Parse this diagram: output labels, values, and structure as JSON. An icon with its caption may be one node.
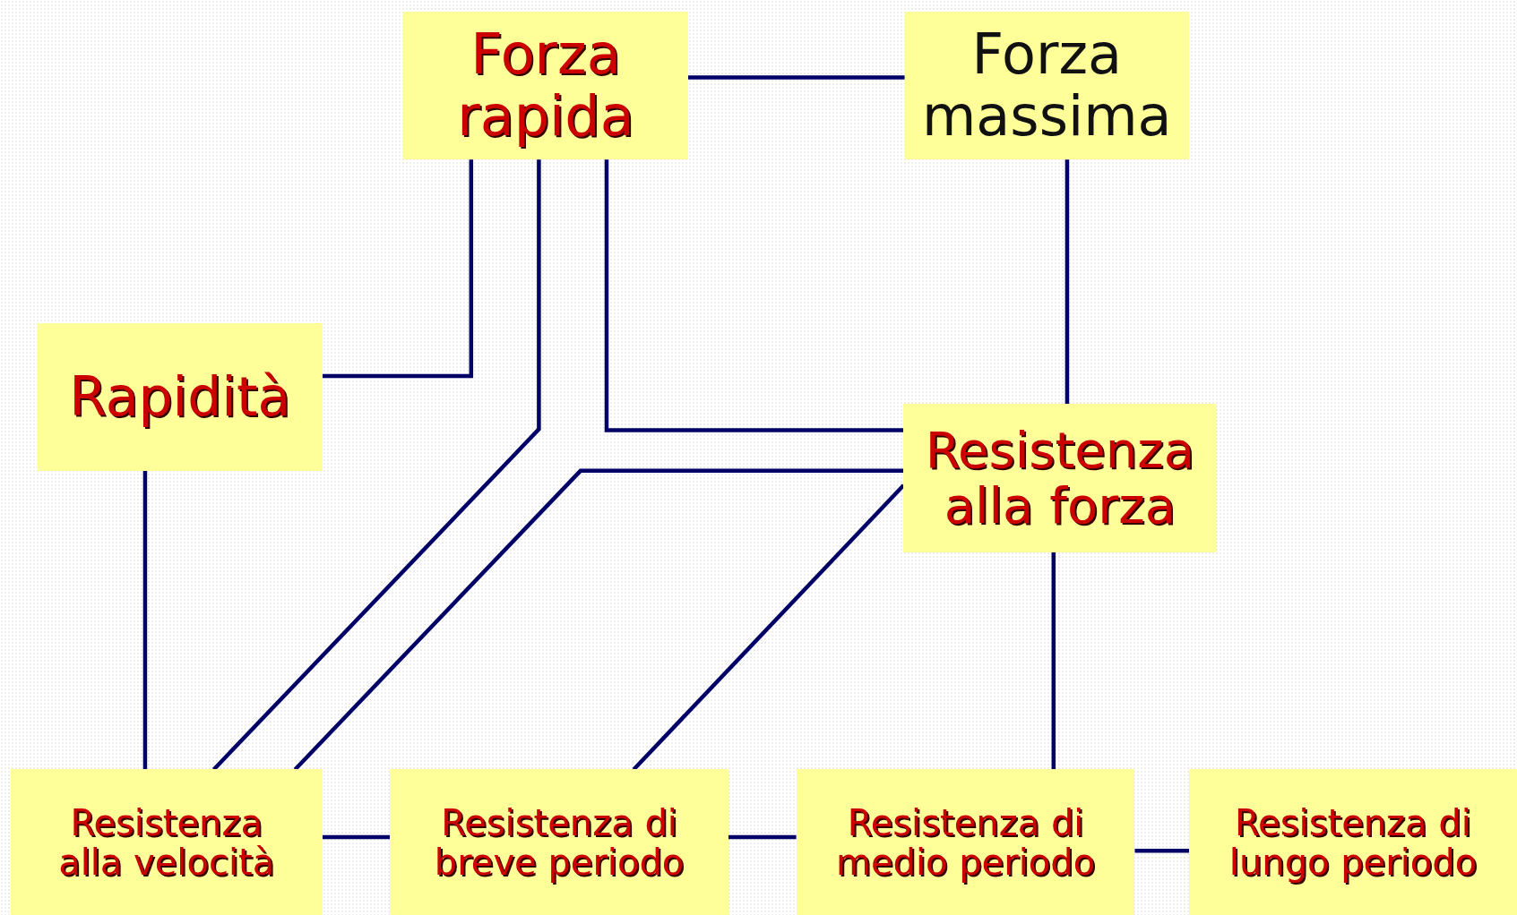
{
  "diagram": {
    "nodes": [
      {
        "text": [
          "Forza rapida"
        ]
      },
      {
        "text": [
          "Forza massima"
        ]
      },
      {
        "text": [
          "Rapidità"
        ]
      },
      {
        "text": [
          "Resistenza alla forza"
        ]
      },
      {
        "text": [
          "Resistenza alla velocità"
        ]
      },
      {
        "text": [
          "Resistenza di breve periodo"
        ]
      },
      {
        "text": [
          "Resistenza di medio periodo"
        ]
      },
      {
        "text": [
          "Resistenza di lungo periodo"
        ]
      }
    ],
    "edges": [
      {
        "from": 0,
        "to": 1,
        "arrow": "none"
      },
      {
        "from": 0,
        "to": 2,
        "arrow": "none"
      },
      {
        "from": 0,
        "to": 4,
        "arrow": "none"
      },
      {
        "from": 0,
        "to": 3,
        "arrow": "none"
      },
      {
        "from": 3,
        "to": 4,
        "arrow": "none"
      },
      {
        "from": 3,
        "to": 5,
        "arrow": "none"
      },
      {
        "from": 1,
        "to": 3,
        "arrow": "none"
      },
      {
        "from": 3,
        "to": 6,
        "arrow": "none"
      },
      {
        "from": 2,
        "to": 4,
        "arrow": "none"
      },
      {
        "from": 4,
        "to": 5,
        "arrow": "none"
      },
      {
        "from": 5,
        "to": 6,
        "arrow": "none"
      },
      {
        "from": 6,
        "to": 7,
        "arrow": "none"
      }
    ]
  }
}
